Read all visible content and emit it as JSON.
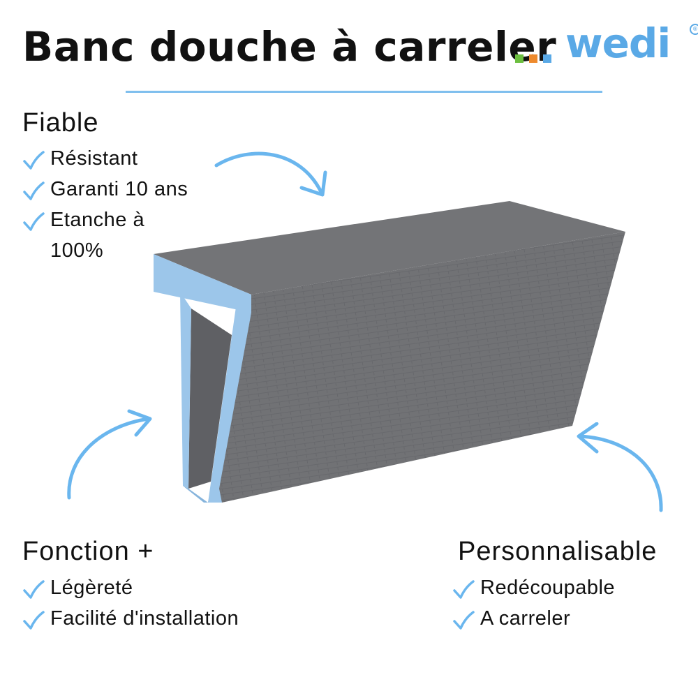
{
  "title": "Banc douche à carreler",
  "logo": {
    "word": "wedi",
    "mark": "®",
    "dot_colors": [
      "#6cbf3f",
      "#ee8a2d",
      "#5aa9e6"
    ],
    "color": "#5aa9e6"
  },
  "colors": {
    "accent": "#6ab6ee",
    "divider": "#7fbfee",
    "text": "#111111",
    "bench_gray": "#6f7073",
    "bench_blue": "#9cc6ea"
  },
  "sections": {
    "fiable": {
      "title": "Fiable",
      "items": [
        {
          "label": "Résistant"
        },
        {
          "label": "Garanti 10 ans"
        },
        {
          "label": "Etanche à\n100%"
        }
      ]
    },
    "fonction": {
      "title": "Fonction +",
      "items": [
        {
          "label": "Légèreté"
        },
        {
          "label": "Facilité d'installation"
        }
      ]
    },
    "personnalisable": {
      "title": "Personnalisable",
      "items": [
        {
          "label": "Redécoupable"
        },
        {
          "label": "A carreler"
        }
      ]
    }
  },
  "icons": {
    "check": "check-icon",
    "arrow": "curved-arrow-icon"
  }
}
